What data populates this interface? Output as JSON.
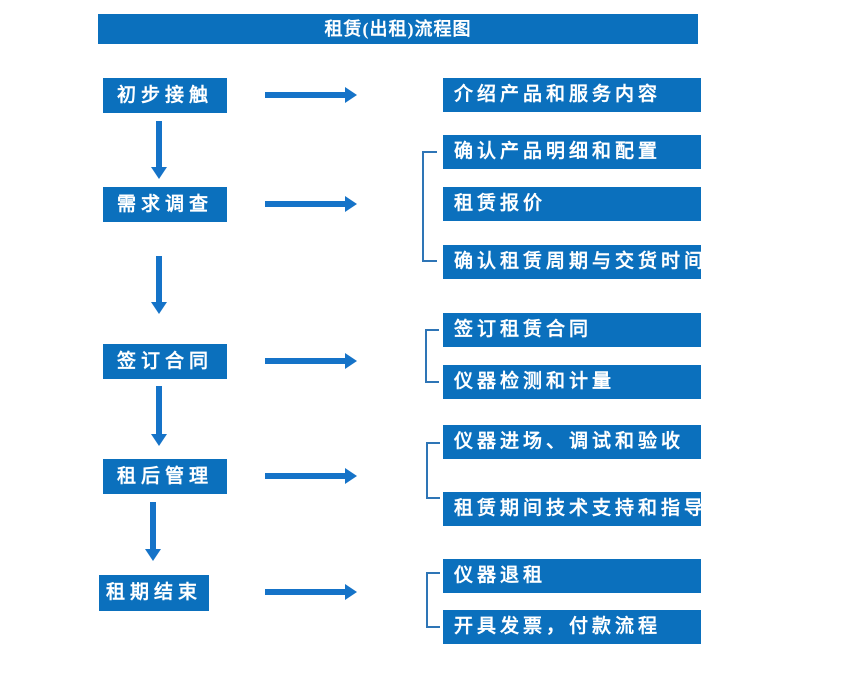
{
  "title": "租赁(出租)流程图",
  "colors": {
    "box_blue": "#0B70BD",
    "arrow_blue": "#1573C8",
    "bracket_blue": "#2E75B6",
    "box_text": "#FFFFFF",
    "background": "#FFFFFF"
  },
  "steps": [
    {
      "label": "初步接触",
      "details": [
        "介绍产品和服务内容"
      ]
    },
    {
      "label": "需求调查",
      "details": [
        "确认产品明细和配置",
        "租赁报价",
        "确认租赁周期与交货时间"
      ]
    },
    {
      "label": "签订合同",
      "details": [
        "签订租赁合同",
        "仪器检测和计量"
      ]
    },
    {
      "label": "租后管理",
      "details": [
        "仪器进场、调试和验收",
        "租赁期间技术支持和指导"
      ]
    },
    {
      "label": "租期结束",
      "details": [
        "仪器退租",
        "开具发票，付款流程"
      ]
    }
  ]
}
